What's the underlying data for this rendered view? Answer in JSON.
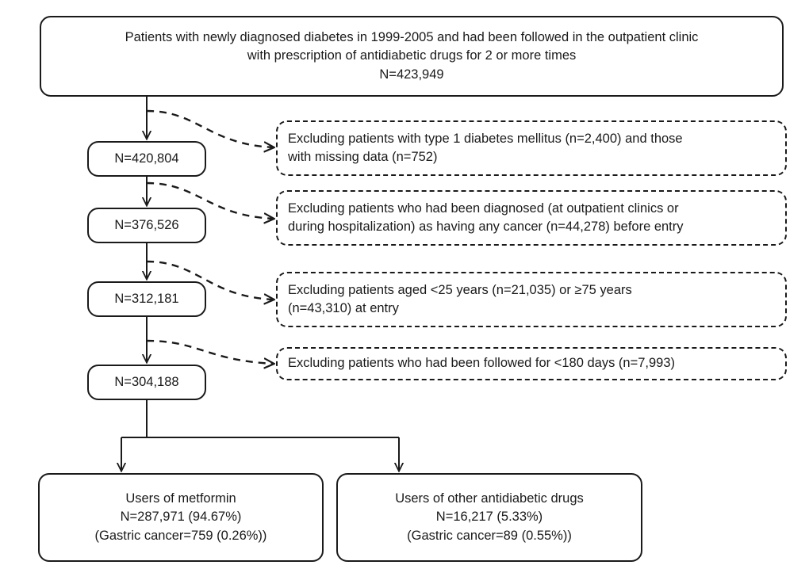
{
  "diagram": {
    "type": "flowchart",
    "title_box": {
      "lines": [
        "Patients with newly diagnosed diabetes in 1999-2005 and had been followed in the outpatient clinic",
        "with prescription of antidiabetic drugs for 2 or more times",
        "N=423,949"
      ]
    },
    "counts": [
      {
        "label": "N=420,804"
      },
      {
        "label": "N=376,526"
      },
      {
        "label": "N=312,181"
      },
      {
        "label": "N=304,188"
      }
    ],
    "exclusions": [
      {
        "lines": [
          "Excluding patients with type 1 diabetes mellitus (n=2,400) and those",
          "with missing data (n=752)"
        ]
      },
      {
        "lines": [
          "Excluding patients who had been diagnosed (at outpatient clinics or",
          "during hospitalization) as having any cancer (n=44,278) before entry"
        ]
      },
      {
        "lines": [
          "Excluding patients aged <25 years (n=21,035) or ≥75 years",
          "(n=43,310) at entry"
        ]
      },
      {
        "lines": [
          "Excluding patients who had been followed for <180 days (n=7,993)"
        ]
      }
    ],
    "outcomes": [
      {
        "lines": [
          "Users of metformin",
          "N=287,971 (94.67%)",
          "(Gastric cancer=759 (0.26%))"
        ]
      },
      {
        "lines": [
          "Users of other antidiabetic drugs",
          "N=16,217 (5.33%)",
          "(Gastric cancer=89 (0.55%))"
        ]
      }
    ],
    "colors": {
      "stroke": "#1a1a1a",
      "background": "#ffffff",
      "text": "#1a1a1a"
    }
  }
}
